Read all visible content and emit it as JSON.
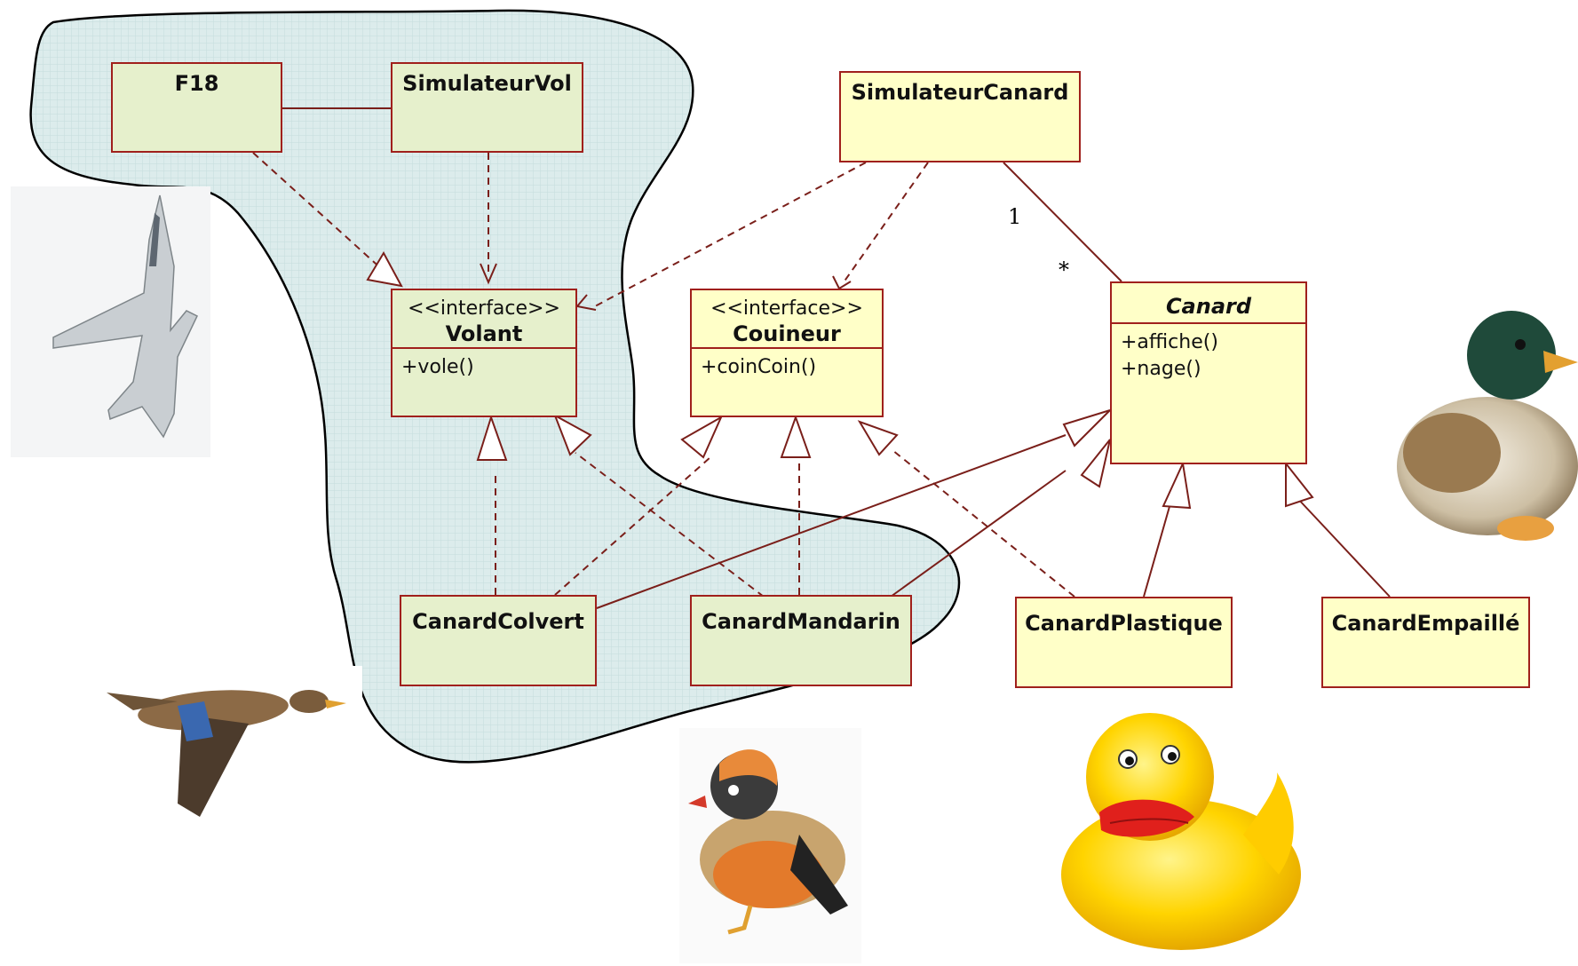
{
  "classes": {
    "f18": {
      "name": "F18"
    },
    "simulateur_vol": {
      "name": "SimulateurVol"
    },
    "simulateur_canard": {
      "name": "SimulateurCanard"
    },
    "volant": {
      "stereotype": "<<interface>>",
      "name": "Volant",
      "operations": [
        "+vole()"
      ]
    },
    "couineur": {
      "stereotype": "<<interface>>",
      "name": "Couineur",
      "operations": [
        "+coinCoin()"
      ]
    },
    "canard": {
      "name": "Canard",
      "operations": [
        "+affiche()",
        "+nage()"
      ]
    },
    "canard_colvert": {
      "name": "CanardColvert"
    },
    "canard_mandarin": {
      "name": "CanardMandarin"
    },
    "canard_plastique": {
      "name": "CanardPlastique"
    },
    "canard_empaille": {
      "name": "CanardEmpaillé"
    }
  },
  "association": {
    "multiplicity_source": "1",
    "multiplicity_target": "*"
  },
  "colors": {
    "class_fill": "#ffffc8",
    "class_border": "#a0201c",
    "region_fill": "#dcecec",
    "tinted_fill": "#e6f0cc"
  },
  "images": [
    "fighter-jet-image",
    "flying-mallard-image",
    "mandarin-duck-image",
    "rubber-duck-image",
    "plush-duck-image"
  ]
}
